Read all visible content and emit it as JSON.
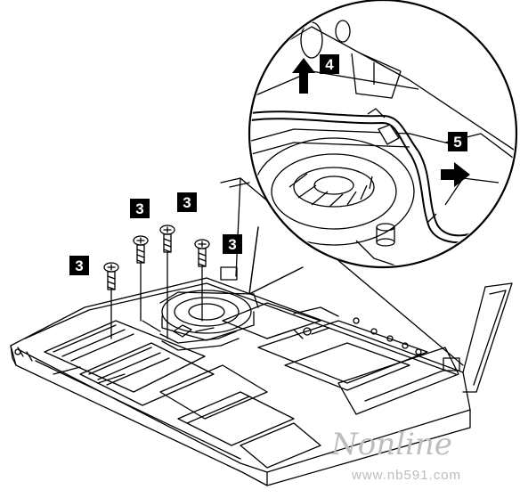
{
  "step_labels": {
    "screw_a": "3",
    "screw_b": "3",
    "screw_c": "3",
    "screw_d": "3",
    "lift_arrow": "4",
    "pull_arrow": "5"
  },
  "watermark": {
    "brand": "Nonline",
    "url": "www.nb591.com"
  },
  "colors": {
    "line": "#000000",
    "badge_bg": "#000000",
    "badge_text": "#ffffff",
    "watermark": "#bdbdbd"
  },
  "icons": {
    "lift": "arrow-up-icon",
    "pull": "arrow-right-icon",
    "screw": "screw-icon"
  }
}
